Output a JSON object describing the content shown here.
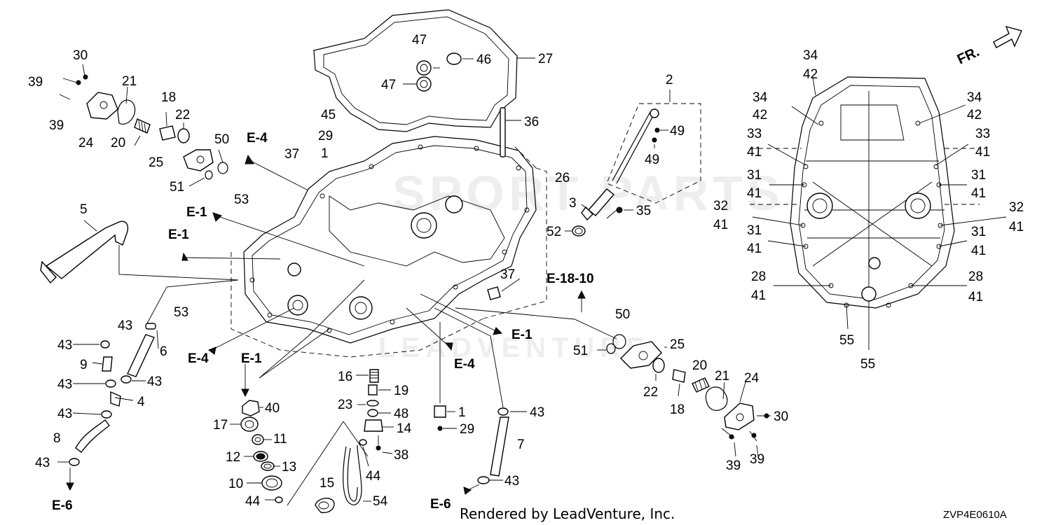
{
  "footer": {
    "credit": "Rendered by LeadVenture, Inc.",
    "diagram_code": "ZVP4E0610A"
  },
  "direction": {
    "label": "FR."
  },
  "watermark": {
    "line1": "SPORT PARTS",
    "line2": "LEADVENTURE"
  },
  "part_labels": [
    "30",
    "39",
    "39",
    "21",
    "24",
    "20",
    "18",
    "22",
    "25",
    "51",
    "50",
    "5",
    "47",
    "47",
    "46",
    "27",
    "45",
    "29",
    "1",
    "37",
    "53",
    "26",
    "36",
    "2",
    "49",
    "49",
    "3",
    "35",
    "52",
    "37",
    "53",
    "43",
    "43",
    "6",
    "9",
    "43",
    "43",
    "4",
    "43",
    "8",
    "43",
    "16",
    "19",
    "23",
    "48",
    "14",
    "38",
    "1",
    "29",
    "40",
    "17",
    "11",
    "12",
    "13",
    "10",
    "44",
    "15",
    "54",
    "44",
    "43",
    "7",
    "43",
    "50",
    "51",
    "25",
    "22",
    "20",
    "18",
    "21",
    "24",
    "30",
    "39",
    "39",
    "34",
    "42",
    "34",
    "42",
    "34",
    "42",
    "33",
    "41",
    "33",
    "41",
    "31",
    "41",
    "31",
    "41",
    "32",
    "41",
    "32",
    "41",
    "31",
    "41",
    "31",
    "41",
    "28",
    "41",
    "28",
    "41",
    "55",
    "55"
  ],
  "section_refs": [
    "E-4",
    "E-1",
    "E-1",
    "E-4",
    "E-1",
    "E-4",
    "E-1",
    "E-18-10",
    "E-6",
    "E-6"
  ]
}
